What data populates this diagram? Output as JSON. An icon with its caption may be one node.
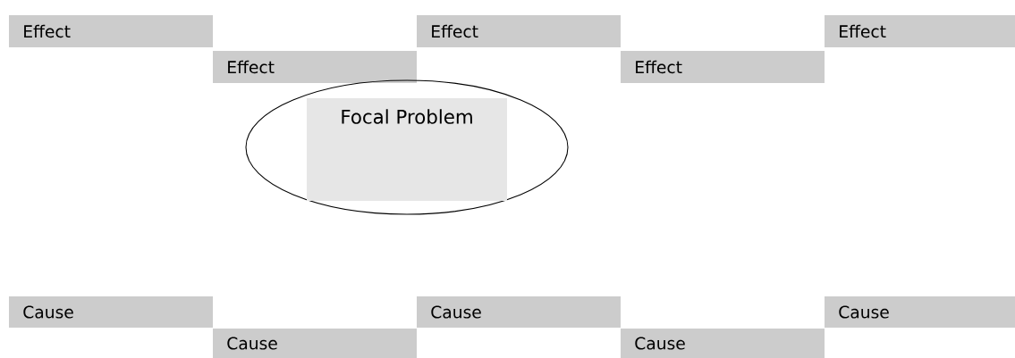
{
  "diagram": {
    "nodes": [
      {
        "text": [
          "Effect"
        ]
      },
      {
        "text": [
          "Effect"
        ]
      },
      {
        "text": [
          "Effect"
        ]
      },
      {
        "text": [
          "Effect"
        ]
      },
      {
        "text": [
          "Effect"
        ]
      },
      {
        "text": [],
        "shape": "ellipse"
      },
      {
        "text": [
          "Focal Problem"
        ],
        "in": 5
      },
      {
        "text": [
          "Cause"
        ]
      },
      {
        "text": [
          "Cause"
        ]
      },
      {
        "text": [
          "Cause"
        ]
      },
      {
        "text": [
          "Cause"
        ]
      },
      {
        "text": [
          "Cause"
        ]
      }
    ]
  }
}
